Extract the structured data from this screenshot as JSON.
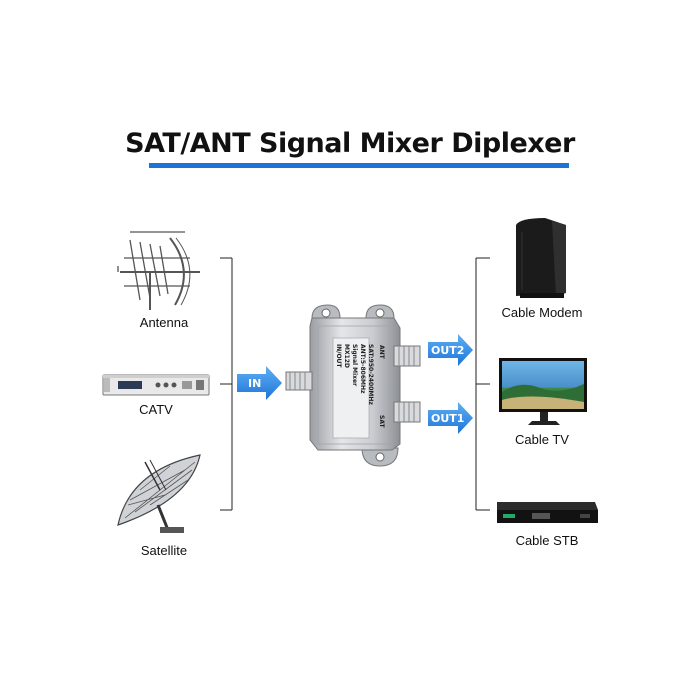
{
  "title": "SAT/ANT Signal Mixer Diplexer",
  "inputs": [
    {
      "label": "Antenna"
    },
    {
      "label": "CATV"
    },
    {
      "label": "Satellite"
    }
  ],
  "outputs": [
    {
      "label": "Cable Modem"
    },
    {
      "label": "Cable TV"
    },
    {
      "label": "Cable STB"
    }
  ],
  "arrows": {
    "in": "IN",
    "out2": "OUT2",
    "out1": "OUT1"
  },
  "device_text": {
    "port_top": "IN/OUT",
    "model": "MX12D",
    "name": "Signal Mixer",
    "ant_range": "ANT:5-806MHz",
    "sat_range": "SAT:950-2400MHz",
    "ant_port": "ANT",
    "sat_port": "SAT"
  },
  "colors": {
    "accent": "#1e73d8",
    "arrow": "#2b8de8"
  }
}
